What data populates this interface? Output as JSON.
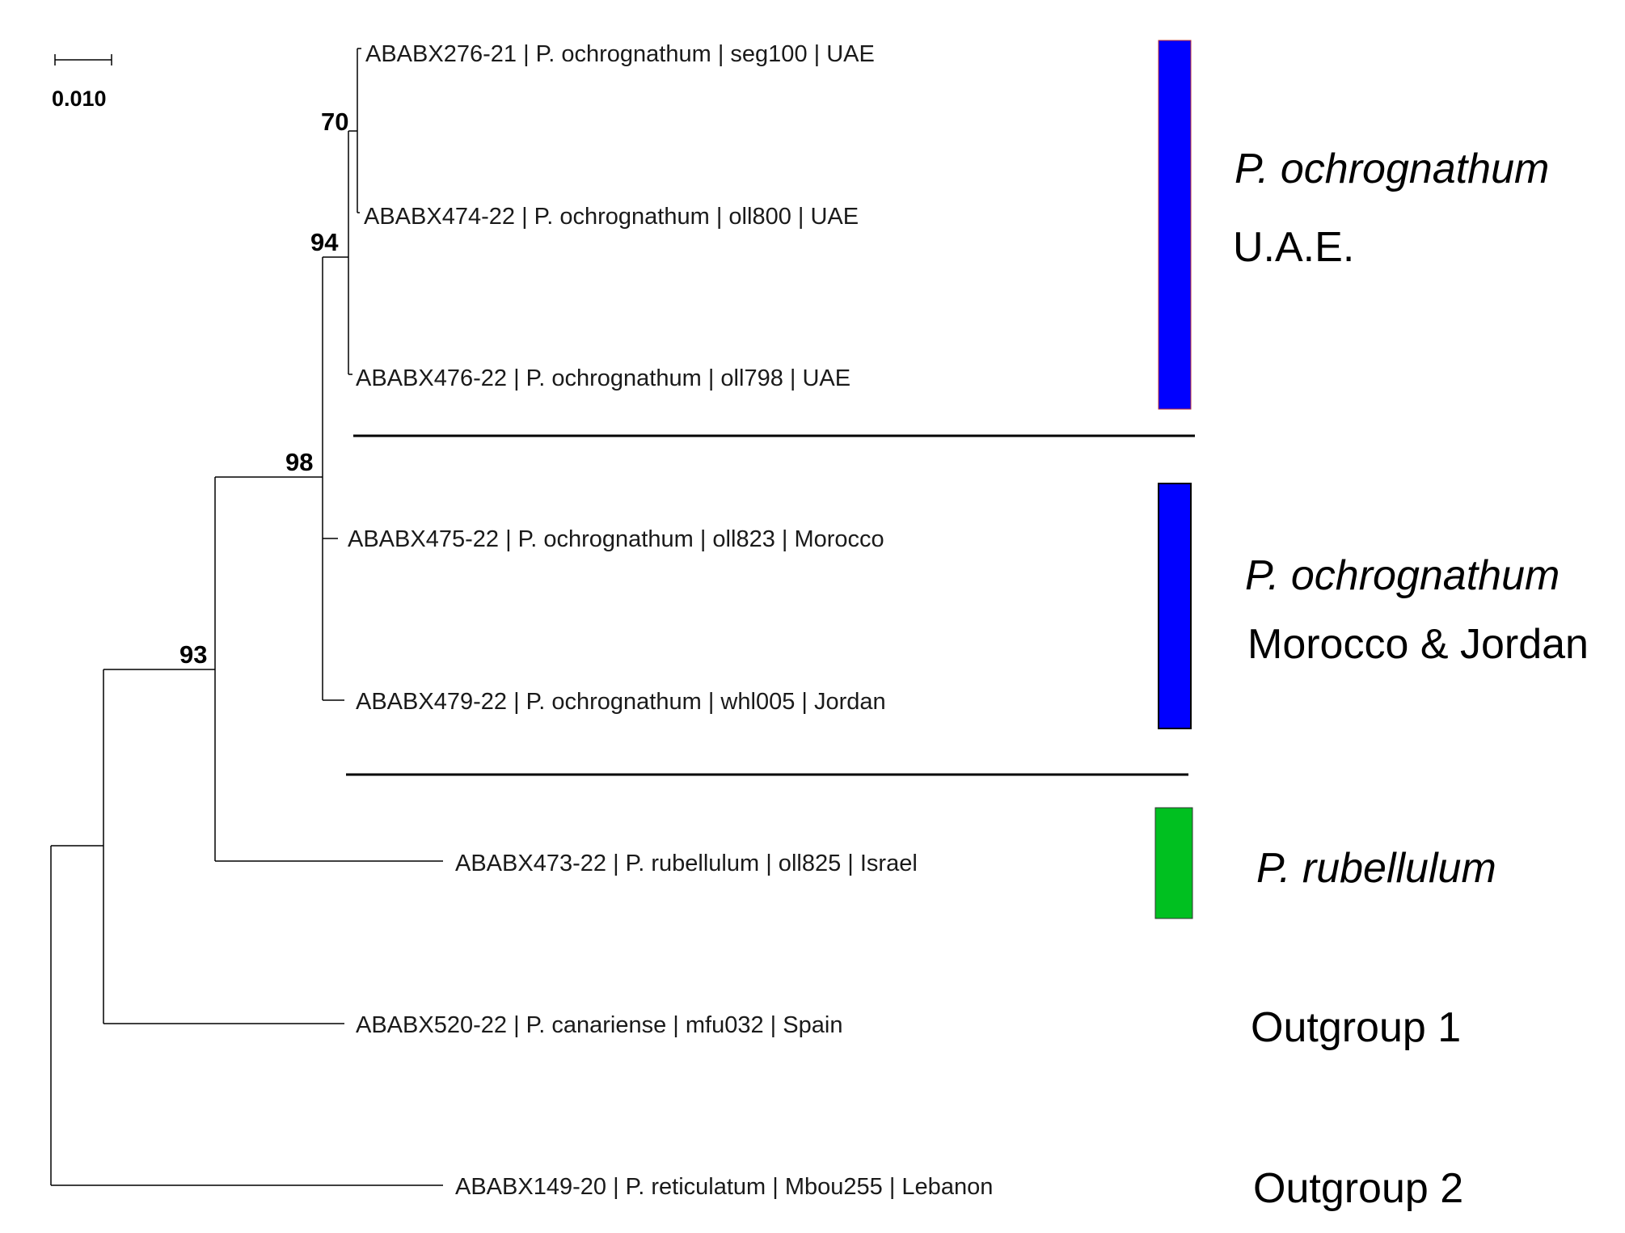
{
  "scale_bar": {
    "label": "0.010"
  },
  "tips": [
    {
      "id": "t1",
      "label": "ABABX276-21 | P. ochrognathum | seg100 | UAE"
    },
    {
      "id": "t2",
      "label": "ABABX474-22 | P. ochrognathum | oll800 | UAE"
    },
    {
      "id": "t3",
      "label": "ABABX476-22 | P. ochrognathum | oll798 | UAE"
    },
    {
      "id": "t4",
      "label": "ABABX475-22 | P. ochrognathum | oll823 | Morocco"
    },
    {
      "id": "t5",
      "label": "ABABX479-22 | P. ochrognathum | whl005 | Jordan"
    },
    {
      "id": "t6",
      "label": "ABABX473-22 | P. rubellulum | oll825 | Israel"
    },
    {
      "id": "t7",
      "label": "ABABX520-22 | P. canariense | mfu032 | Spain"
    },
    {
      "id": "t8",
      "label": "ABABX149-20 | P. reticulatum | Mbou255 | Lebanon"
    }
  ],
  "support_values": [
    {
      "node": "n70",
      "value": "70"
    },
    {
      "node": "n94",
      "value": "94"
    },
    {
      "node": "n98",
      "value": "98"
    },
    {
      "node": "n93",
      "value": "93"
    }
  ],
  "groups": [
    {
      "id": "uae",
      "name": "P. ochrognathum",
      "subtitle": "U.A.E.",
      "color": "#0000ff"
    },
    {
      "id": "morocco-jordan",
      "name": "P. ochrognathum",
      "subtitle": "Morocco & Jordan",
      "color": "#0000ff"
    },
    {
      "id": "rubellulum",
      "name": "P. rubellulum",
      "subtitle": "",
      "color": "#00c020"
    },
    {
      "id": "outgroup1",
      "name": "Outgroup 1",
      "subtitle": "",
      "color": ""
    },
    {
      "id": "outgroup2",
      "name": "Outgroup 2",
      "subtitle": "",
      "color": ""
    }
  ]
}
